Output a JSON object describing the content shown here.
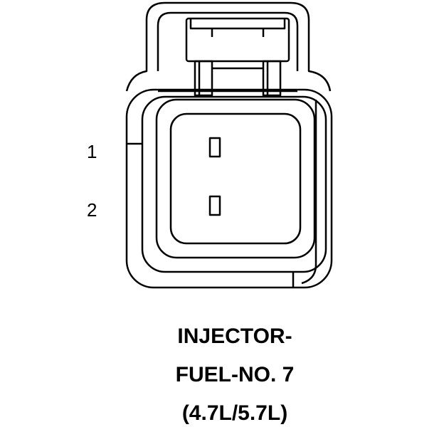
{
  "pins": [
    {
      "label": "1"
    },
    {
      "label": "2"
    }
  ],
  "caption": {
    "line1": "INJECTOR-",
    "line2": "FUEL-NO. 7",
    "line3": "(4.7L/5.7L)"
  },
  "colors": {
    "stroke": "#000000",
    "background": "#ffffff"
  }
}
